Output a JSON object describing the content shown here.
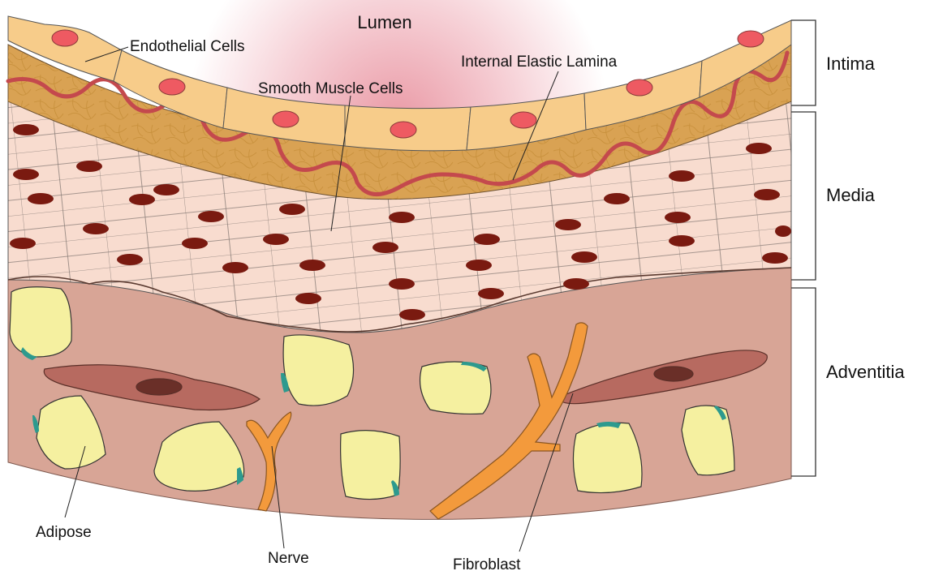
{
  "labels": {
    "lumen": "Lumen",
    "endothelial_cells": "Endothelial Cells",
    "internal_elastic_lamina": "Internal Elastic Lamina",
    "smooth_muscle_cells": "Smooth Muscle Cells",
    "adipose": "Adipose",
    "nerve": "Nerve",
    "fibroblast": "Fibroblast"
  },
  "layers": {
    "intima": "Intima",
    "media": "Media",
    "adventitia": "Adventitia"
  },
  "colors": {
    "lumen_gradient_inner": "#ea9aa6",
    "endothelium": "#f7cc8a",
    "endothelial_nucleus": "#ee5a62",
    "subendothelium": "#d9a253",
    "elastic_lamina": "#c4494d",
    "smooth_muscle": "#f8dccf",
    "smooth_muscle_nucleus": "#7a1a10",
    "adventitia": "#d8a596",
    "adipose": "#f5f0a0",
    "adipose_nucleus": "#2d9a8e",
    "fibroblast": "#b76a60",
    "nerve": "#f39a3c"
  }
}
